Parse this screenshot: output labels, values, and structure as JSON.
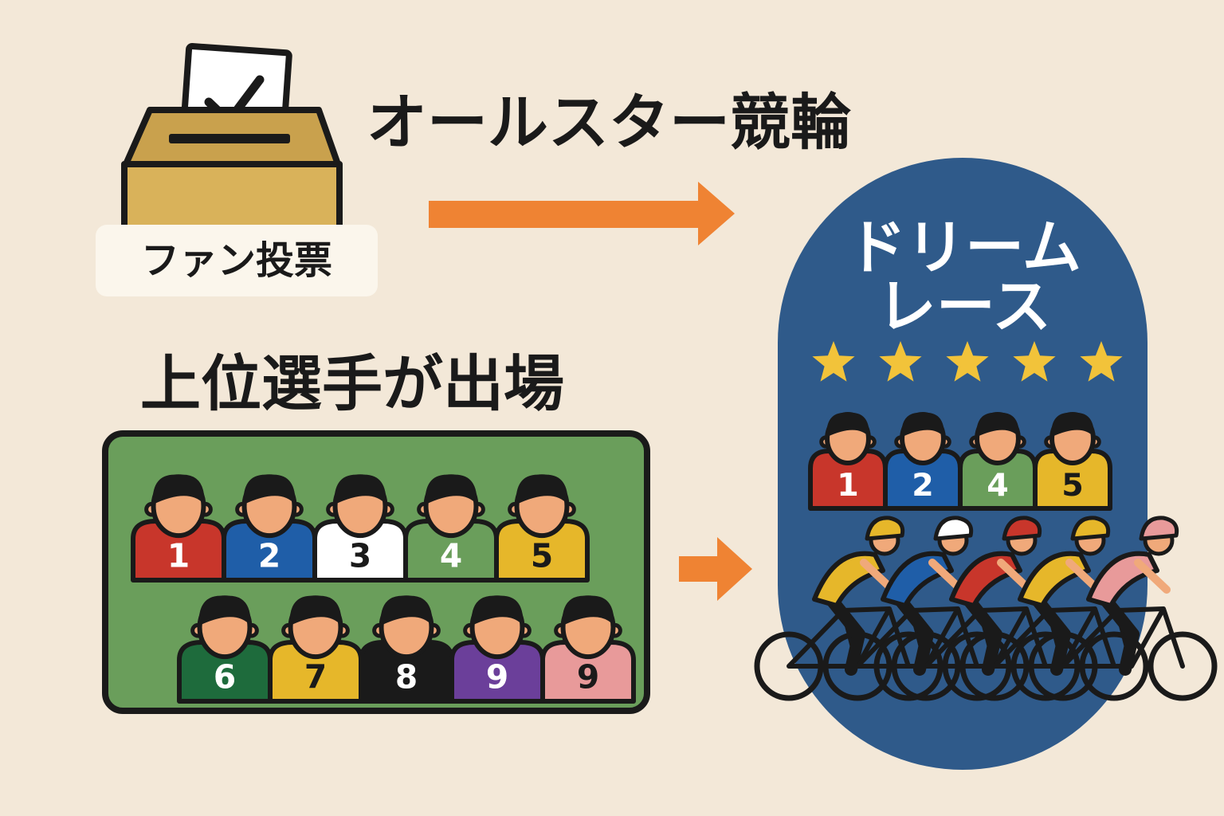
{
  "title": "オールスター競輪",
  "ballot": {
    "label": "ファン投票"
  },
  "top_players": {
    "heading": "上位選手が出場",
    "row1": [
      {
        "number": "1",
        "shirt": "#c8362b",
        "text": "#ffffff"
      },
      {
        "number": "2",
        "shirt": "#1f5ea8",
        "text": "#ffffff"
      },
      {
        "number": "3",
        "shirt": "#ffffff",
        "text": "#1a1a1a"
      },
      {
        "number": "4",
        "shirt": "#6a9e5b",
        "text": "#ffffff"
      },
      {
        "number": "5",
        "shirt": "#e6b72a",
        "text": "#1a1a1a"
      }
    ],
    "row2": [
      {
        "number": "6",
        "shirt": "#1e6b3c",
        "text": "#ffffff"
      },
      {
        "number": "7",
        "shirt": "#e6b72a",
        "text": "#1a1a1a"
      },
      {
        "number": "8",
        "shirt": "#1a1a1a",
        "text": "#ffffff"
      },
      {
        "number": "9",
        "shirt": "#6b3f9a",
        "text": "#ffffff"
      },
      {
        "number": "9",
        "shirt": "#e89a9a",
        "text": "#1a1a1a"
      }
    ]
  },
  "dream_race": {
    "title_line1": "ドリーム",
    "title_line2": "レース",
    "stars": 5,
    "players": [
      {
        "number": "1",
        "shirt": "#c8362b",
        "text": "#ffffff"
      },
      {
        "number": "2",
        "shirt": "#1f5ea8",
        "text": "#ffffff"
      },
      {
        "number": "4",
        "shirt": "#6a9e5b",
        "text": "#ffffff"
      },
      {
        "number": "5",
        "shirt": "#e6b72a",
        "text": "#1a1a1a"
      }
    ],
    "cyclists": [
      {
        "jersey": "#e6b72a",
        "helmet": "#e6b72a"
      },
      {
        "jersey": "#1f5ea8",
        "helmet": "#ffffff"
      },
      {
        "jersey": "#c8362b",
        "helmet": "#c8362b"
      },
      {
        "jersey": "#e6b72a",
        "helmet": "#e6b72a"
      },
      {
        "jersey": "#e89a9a",
        "helmet": "#e89a9a"
      }
    ]
  },
  "colors": {
    "background": "#f3e8d8",
    "arrow": "#ef8333",
    "panel_green": "#6a9e5b",
    "dream_blue": "#2f5a8a",
    "star": "#f2c33a",
    "outline": "#1a1a1a",
    "skin": "#f0a97a",
    "box": "#d9b25a"
  }
}
